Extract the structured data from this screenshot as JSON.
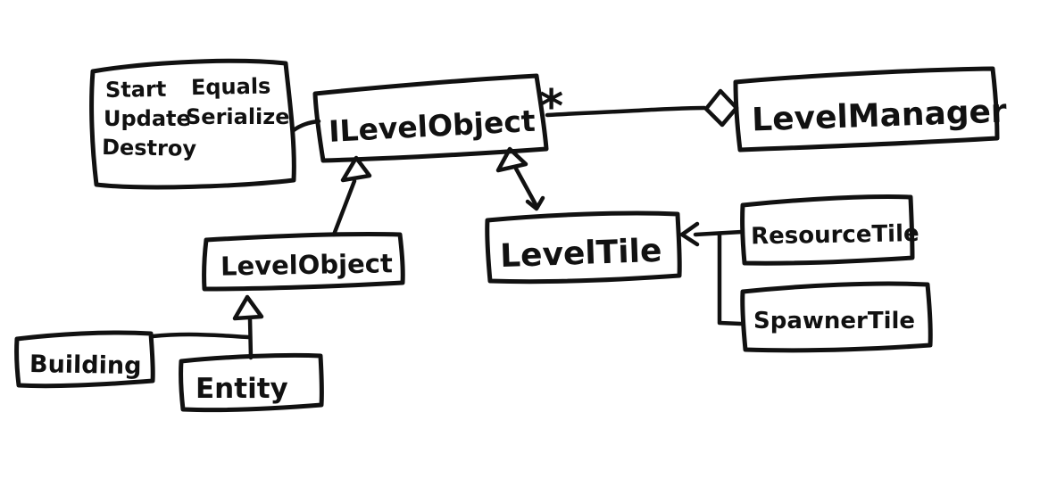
{
  "diagram": {
    "kind": "hand-drawn UML class diagram",
    "ink_color": "#111111",
    "background_color": "#ffffff",
    "nodes": {
      "methods_note": {
        "column1": [
          "Start",
          "Update",
          "Destroy"
        ],
        "column2": [
          "Equals",
          "Serialize"
        ]
      },
      "ilevelobject": {
        "label": "ILevelObject",
        "multiplicity": "*"
      },
      "levelmanager": {
        "label": "LevelManager"
      },
      "levelobject": {
        "label": "LevelObject"
      },
      "leveltile": {
        "label": "LevelTile"
      },
      "resourcetile": {
        "label": "ResourceTile"
      },
      "spawnertile": {
        "label": "SpawnerTile"
      },
      "building": {
        "label": "Building"
      },
      "entity": {
        "label": "Entity"
      }
    },
    "relationships": [
      {
        "from": "methods_note",
        "to": "ILevelObject",
        "type": "note-attachment"
      },
      {
        "from": "ILevelObject",
        "to": "LevelManager",
        "type": "aggregation",
        "multiplicity": "*"
      },
      {
        "from": "LevelObject",
        "to": "ILevelObject",
        "type": "generalization"
      },
      {
        "from": "LevelTile",
        "to": "ILevelObject",
        "type": "generalization"
      },
      {
        "from": "ResourceTile",
        "to": "LevelTile",
        "type": "generalization"
      },
      {
        "from": "SpawnerTile",
        "to": "LevelTile",
        "type": "generalization"
      },
      {
        "from": "Building",
        "to": "LevelObject",
        "type": "generalization"
      },
      {
        "from": "Entity",
        "to": "LevelObject",
        "type": "generalization"
      }
    ]
  }
}
